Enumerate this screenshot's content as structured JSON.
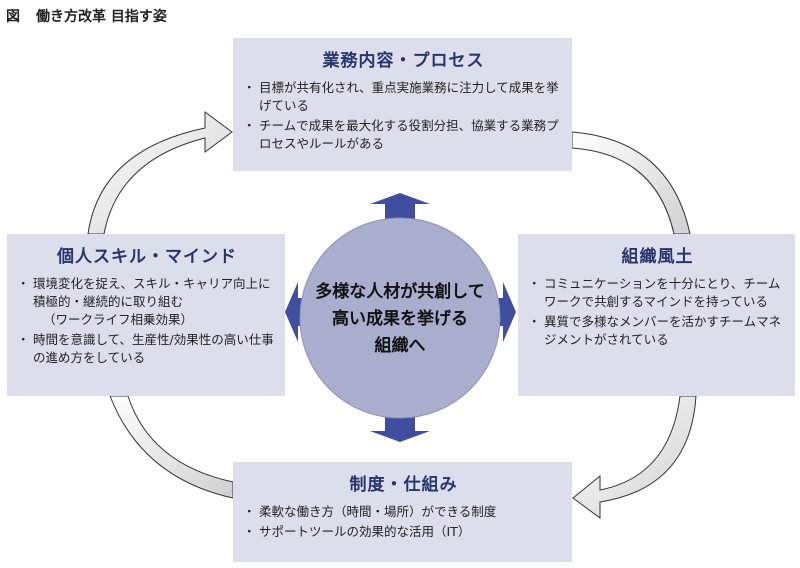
{
  "figure": {
    "label": "図",
    "title": "働き方改革 目指す姿"
  },
  "colors": {
    "box_fill": "#dcdfeb",
    "title_text": "#27356e",
    "center_circle": "#a9aece",
    "arrow_dark": "#3f4e9e",
    "cycle_arrow_outline": "#333333"
  },
  "center": {
    "lines": [
      "多様な人材が共創して",
      "高い成果を挙げる",
      "組織へ"
    ]
  },
  "boxes": {
    "top": {
      "title": "業務内容・プロセス",
      "bullets": [
        "目標が共有化され、重点実施業務に注力して成果を挙げている",
        "チームで成果を最大化する役割分担、協業する業務プロセスやルールがある"
      ]
    },
    "left": {
      "title": "個人スキル・マインド",
      "bullet1": "環境変化を捉え、スキル・キャリア向上に積極的・継続的に取り組む",
      "bullet1_note": "（ワークライフ相乗効果）",
      "bullet2": "時間を意識して、生産性/効果性の高い仕事の進め方をしている"
    },
    "right": {
      "title": "組織風土",
      "bullets": [
        "コミュニケーションを十分にとり、チームワークで共創するマインドを持っている",
        "異質で多様なメンバーを活かすチームマネジメントがされている"
      ]
    },
    "bottom": {
      "title": "制度・仕組み",
      "bullets": [
        "柔軟な働き方（時間・場所）ができる制度",
        "サポートツールの効果的な活用（IT）"
      ]
    }
  }
}
